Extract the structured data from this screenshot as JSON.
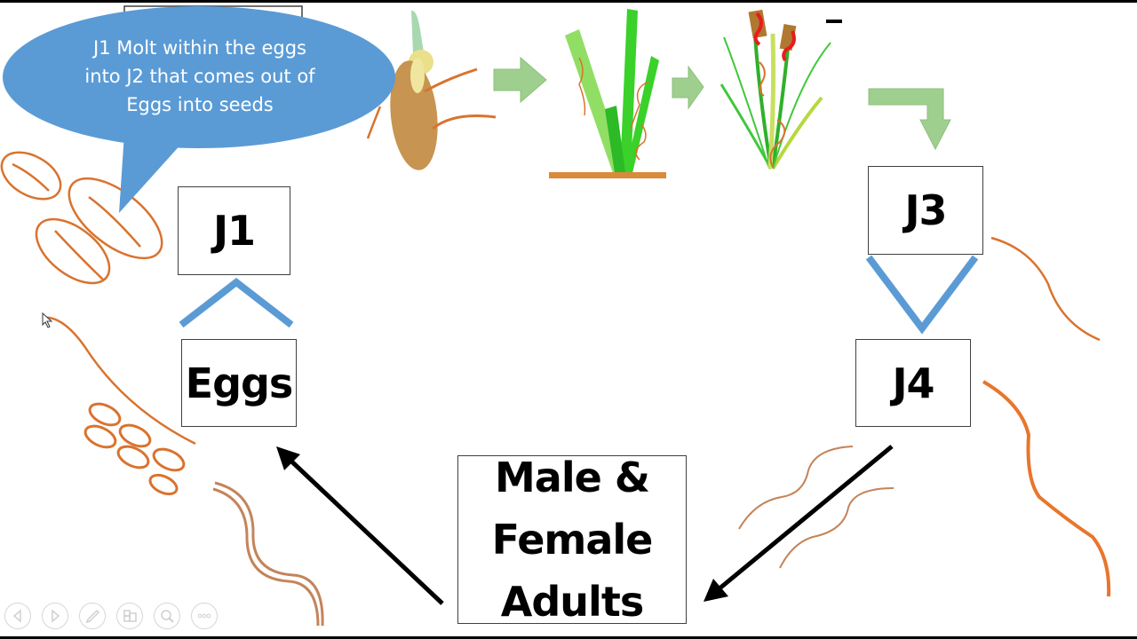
{
  "slide": {
    "background": "#ffffff",
    "frame_color": "#000000"
  },
  "callout": {
    "text_line1": "J1 Molt within the eggs",
    "text_line2": "into J2 that comes out of",
    "text_line3": "Eggs into seeds",
    "fill": "#5b9bd5",
    "text_color": "#ffffff"
  },
  "stages": {
    "j1": "J1",
    "eggs": "Eggs",
    "j3": "J3",
    "j4": "J4",
    "adults_line1": "Male &",
    "adults_line2": "Female",
    "adults_line3": "Adults"
  },
  "illustrations": {
    "seed": "germinating-seed-with-nematodes",
    "seedling": "seedling-with-nematodes",
    "plant": "wheat-plant-with-galls"
  },
  "colors": {
    "nematode": "#d9732e",
    "nematode_faded": "#c4845a",
    "green_arrow": "#9fcf8e",
    "chevron": "#5b9bd5",
    "black_arrow": "#000000"
  },
  "slideshow_controls": [
    {
      "name": "previous-slide",
      "icon": "triangle-left"
    },
    {
      "name": "next-slide",
      "icon": "triangle-right"
    },
    {
      "name": "pen-tool",
      "icon": "pen"
    },
    {
      "name": "see-all-slides",
      "icon": "slides-grid"
    },
    {
      "name": "zoom",
      "icon": "magnifier"
    },
    {
      "name": "more-options",
      "icon": "ellipsis"
    }
  ]
}
